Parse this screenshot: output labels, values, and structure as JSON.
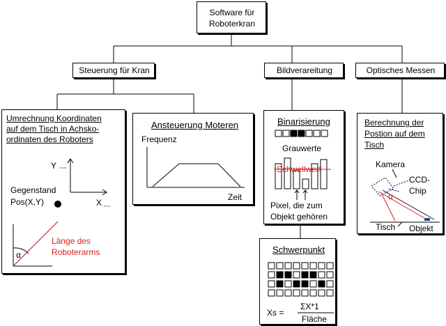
{
  "root": {
    "line1": "Software für",
    "line2": "Roboterkran"
  },
  "level1": {
    "crane": "Steuerung für Kran",
    "image": "Bildverareitung",
    "optics": "Optisches Messen"
  },
  "coord": {
    "title1": "Umrechnung Koordinaten",
    "title2": "auf dem Tisch in Achsko-",
    "title3": "ordinaten des Roboters",
    "y_axis": "Y",
    "x_axis": "X",
    "object1": "Gegenstand",
    "object2": "Pos(X,Y)",
    "alpha": "α",
    "arm1": "Länge des",
    "arm2": "Roboterarms"
  },
  "motor": {
    "title": "Ansteuerung  Moteren",
    "ylabel": "Frequenz",
    "xlabel": "Zeit"
  },
  "binar": {
    "title": "Binarisierung",
    "gray": "Grauwerte",
    "threshold": "Schwellwert",
    "pixel1": "Pixel,  die zum",
    "pixel2": "Objekt gehören"
  },
  "center": {
    "title": "Schwerpunkt",
    "xs": "Xs  =",
    "numerator": "ΣX*1",
    "denominator": "Fläche"
  },
  "position": {
    "title1": "Berechnung der",
    "title2": "Postion auf dem",
    "title3": "Tisch",
    "camera": "Kamera",
    "ccd1": "CCD-",
    "ccd2": "Chip",
    "alpha": "α",
    "table": "Tisch",
    "object": "Objekt"
  },
  "colors": {
    "accent_red": "#d42020",
    "object_blue": "#1f3fa0"
  }
}
